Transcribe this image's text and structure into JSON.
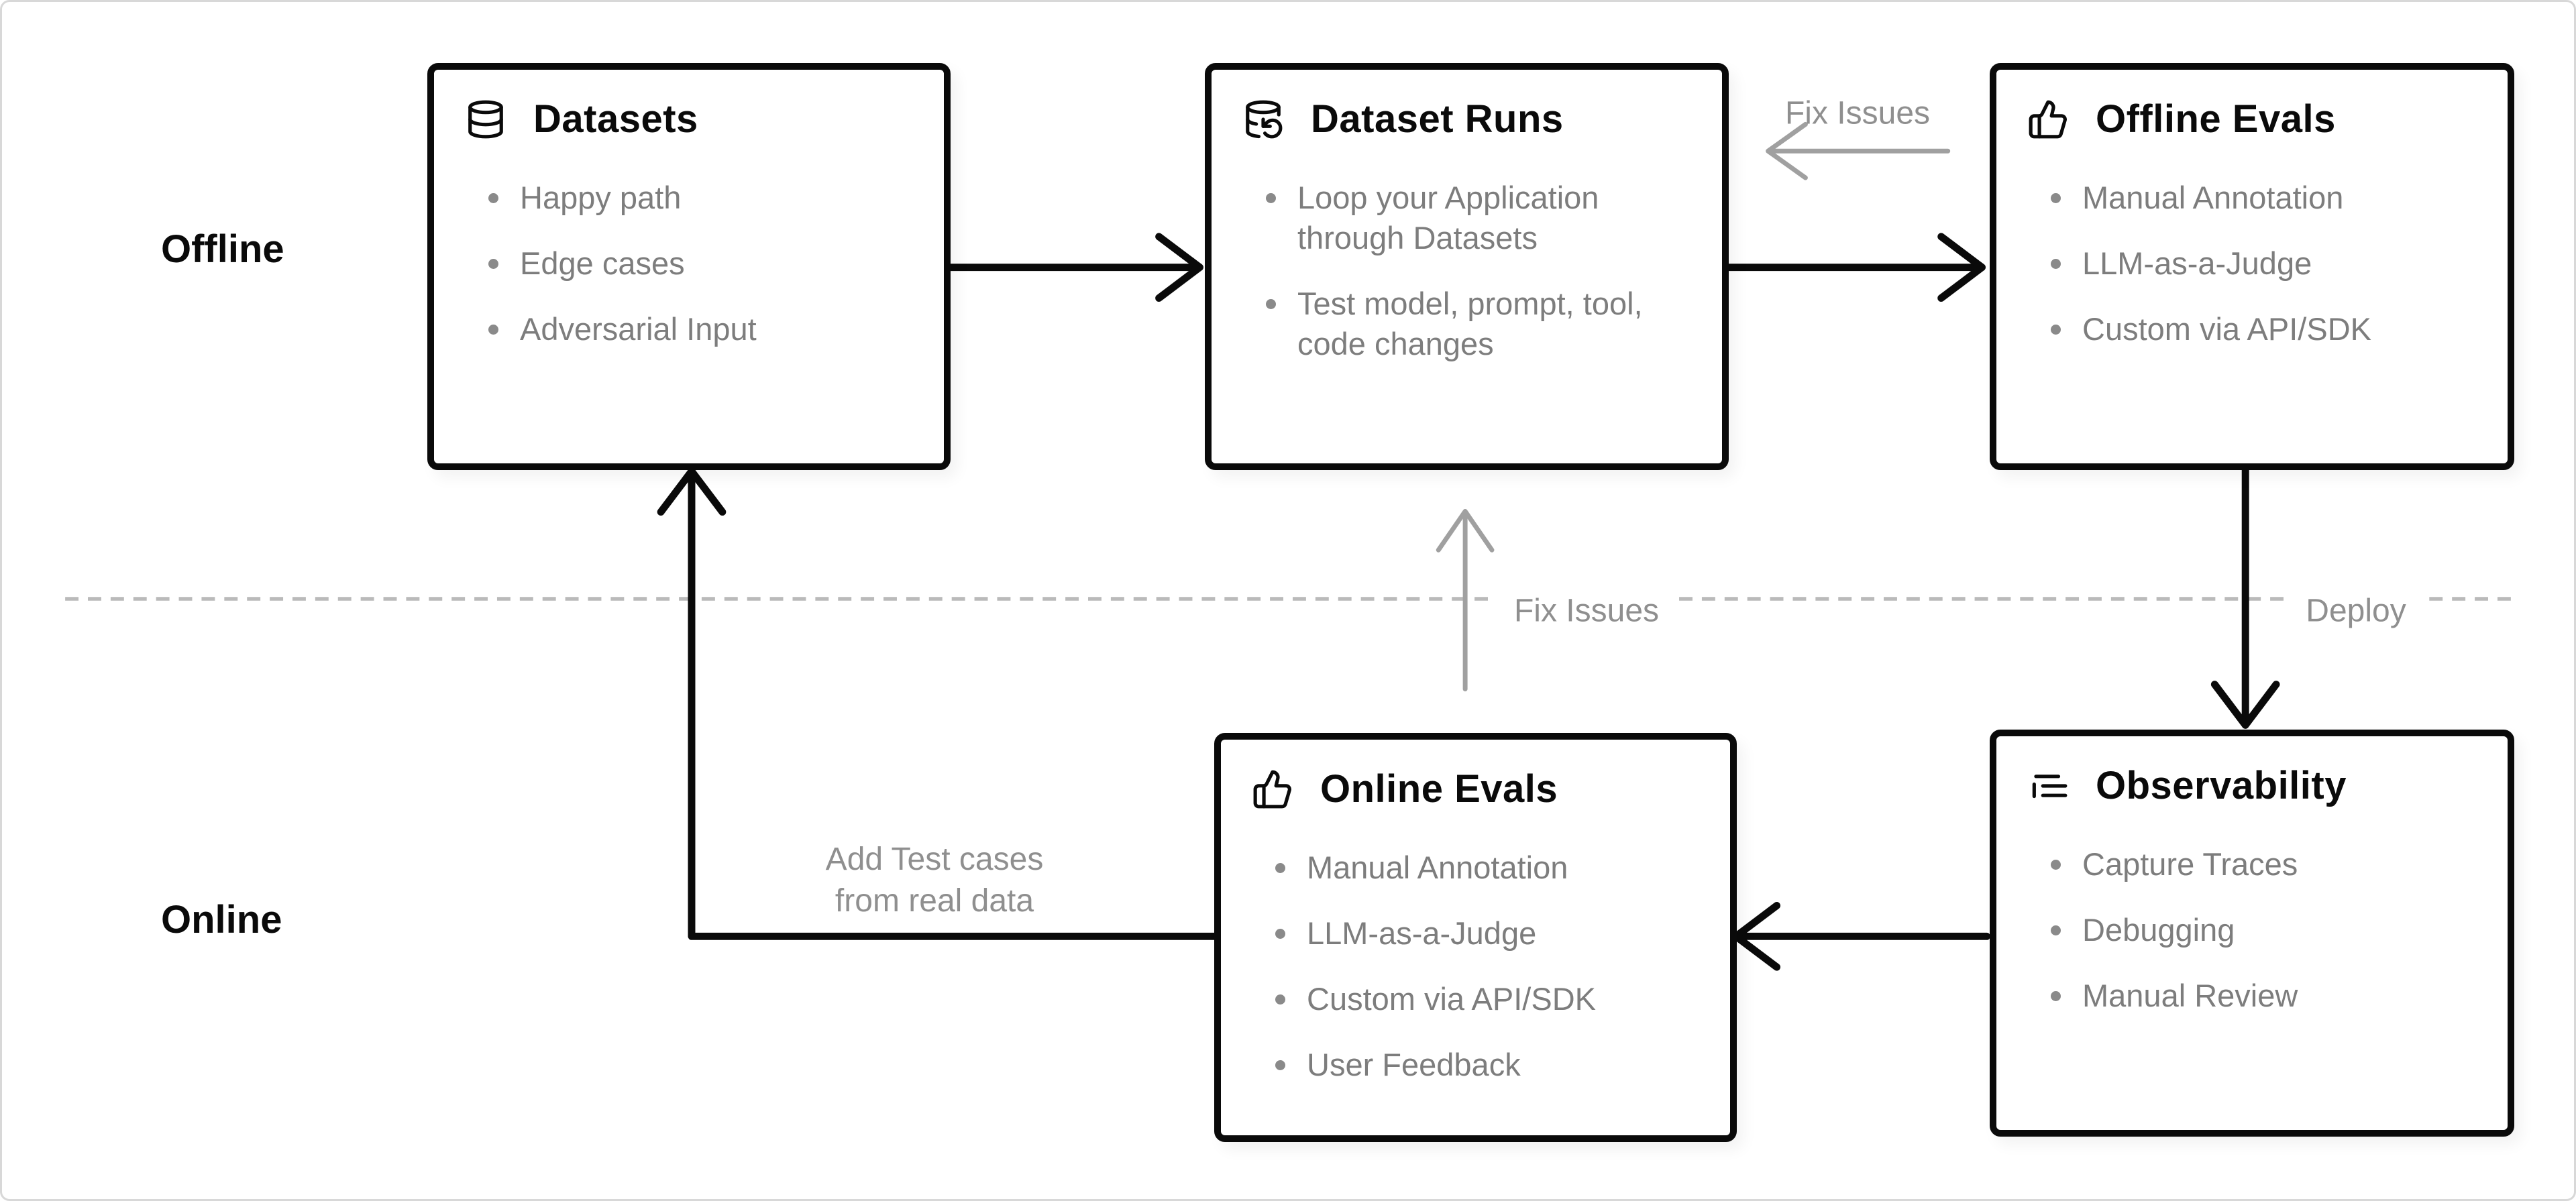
{
  "sections": {
    "offline": "Offline",
    "online": "Online"
  },
  "boxes": {
    "datasets": {
      "title": "Datasets",
      "icon": "database-icon",
      "items": [
        "Happy path",
        "Edge cases",
        "Adversarial Input"
      ]
    },
    "dataset_runs": {
      "title": "Dataset Runs",
      "icon": "database-backup-icon",
      "items": [
        "Loop your Application through Datasets",
        "Test model, prompt, tool, code changes"
      ]
    },
    "offline_evals": {
      "title": "Offline Evals",
      "icon": "thumbs-up-icon",
      "items": [
        "Manual Annotation",
        "LLM-as-a-Judge",
        "Custom via API/SDK"
      ]
    },
    "online_evals": {
      "title": "Online Evals",
      "icon": "thumbs-up-icon",
      "items": [
        "Manual Annotation",
        "LLM-as-a-Judge",
        "Custom via API/SDK",
        "User Feedback"
      ]
    },
    "observability": {
      "title": "Observability",
      "icon": "logs-icon",
      "items": [
        "Capture Traces",
        "Debugging",
        "Manual Review"
      ]
    }
  },
  "labels": {
    "fix_issues_top": "Fix Issues",
    "fix_issues_mid": "Fix Issues",
    "deploy": "Deploy",
    "add_test_cases_line1": "Add Test cases",
    "add_test_cases_line2": "from real data"
  },
  "colors": {
    "box_border": "#0a0a0a",
    "title_text": "#0a0a0a",
    "bullet_text": "#7d7d7d",
    "label_text": "#8f8f8f",
    "arrow_black": "#0a0a0a",
    "arrow_gray": "#a0a0a0",
    "divider_dash": "#bababa",
    "background": "#ffffff"
  }
}
